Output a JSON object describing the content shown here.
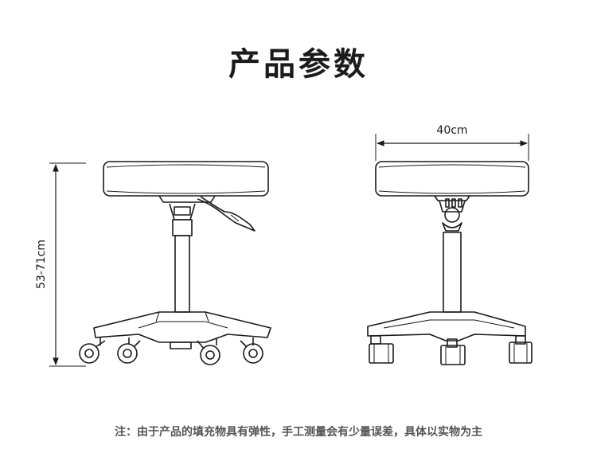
{
  "title": "产品参数",
  "dimensions": {
    "height_label": "53-71cm",
    "width_label": "40cm"
  },
  "views": [
    "side-view",
    "front-view"
  ],
  "note": "注：由于产品的填充物具有弹性，手工测量会有少量误差，具体以实物为主",
  "colors": {
    "line": "#1a1a1a",
    "note": "#555555"
  }
}
